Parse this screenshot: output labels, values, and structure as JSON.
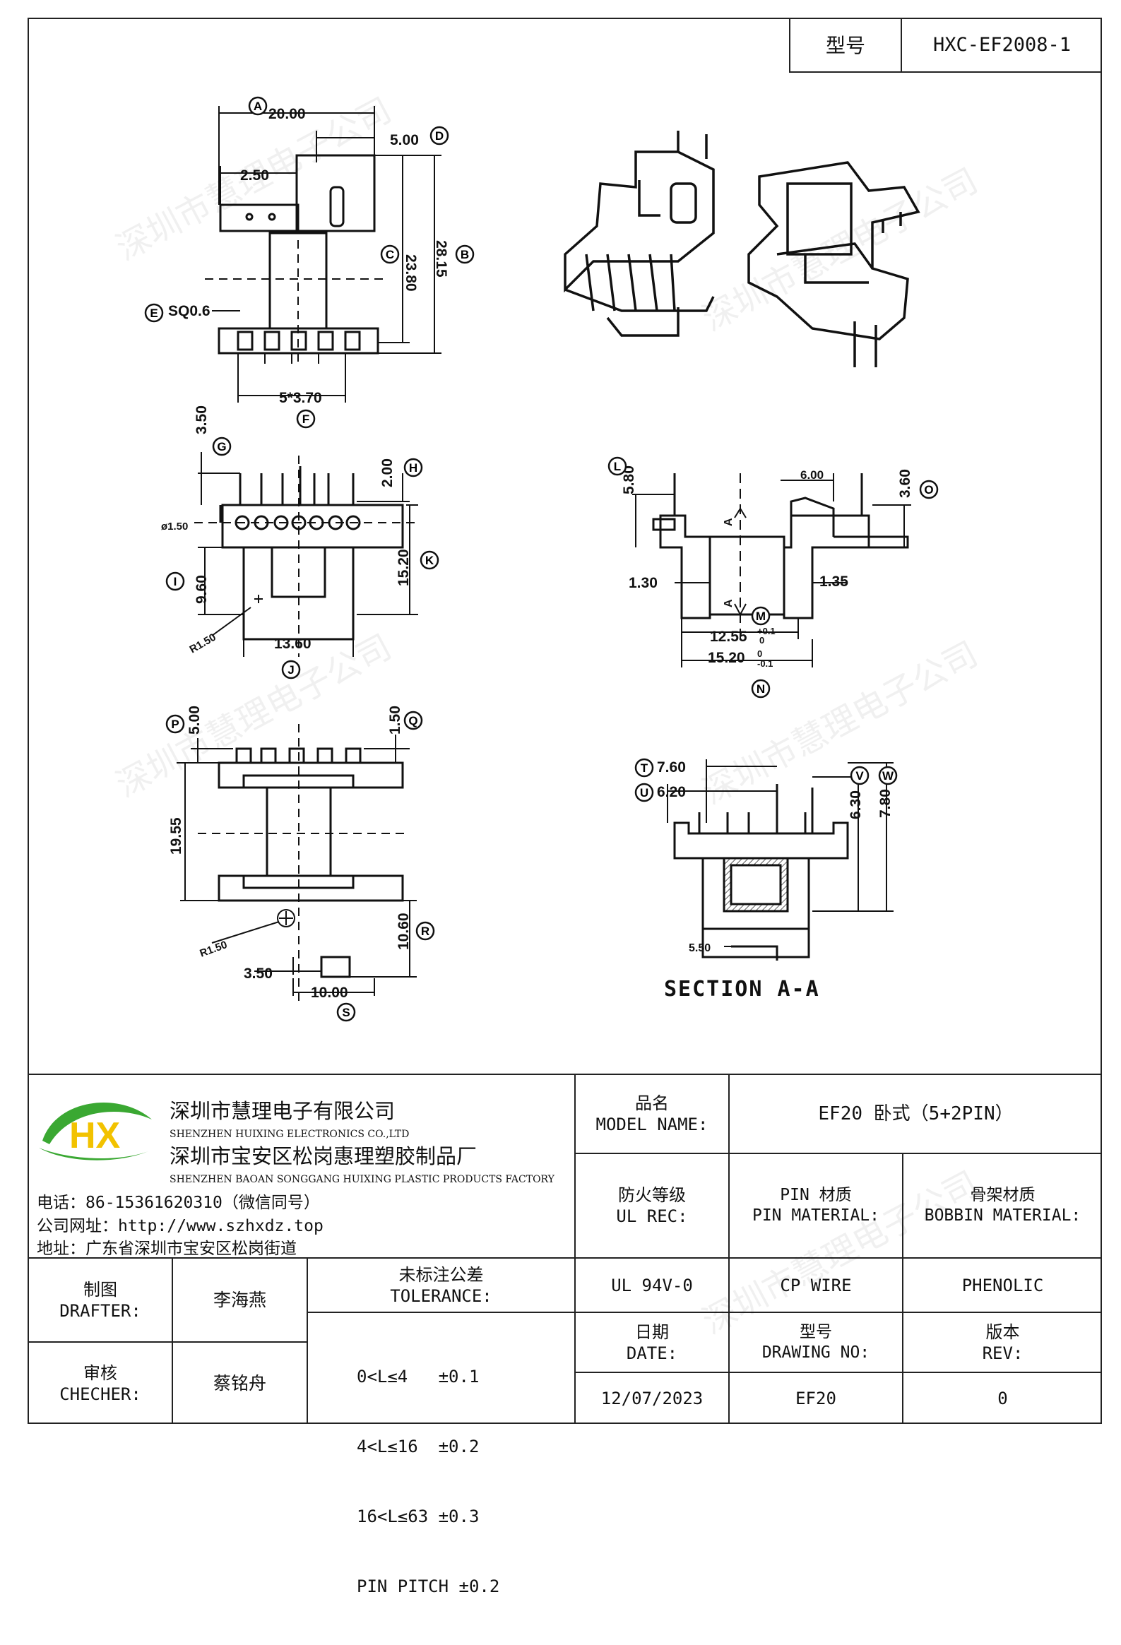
{
  "header": {
    "model_label": "型号",
    "model_value": "HXC-EF2008-1"
  },
  "watermark": "深圳市慧理电子公司",
  "drawing": {
    "front_view": {
      "dims": [
        "20.00",
        "5.00",
        "2.50",
        "23.80",
        "28.15",
        "SQ0.6",
        "5*3.70"
      ],
      "markers": [
        "A",
        "D",
        "C",
        "B",
        "E",
        "F"
      ]
    },
    "top_view": {
      "dims": [
        "3.50",
        "2.00",
        "ø1.50",
        "15.20",
        "9.60",
        "R1.50",
        "13.60"
      ],
      "markers": [
        "G",
        "H",
        "K",
        "I",
        "J"
      ]
    },
    "side_view": {
      "dims": [
        "5.80",
        "6.00",
        "3.60",
        "1.30",
        "1.35",
        "12.55",
        "+0.1",
        "0",
        "15.20",
        "0",
        "-0.1",
        "A"
      ],
      "markers": [
        "L",
        "O",
        "M",
        "N"
      ]
    },
    "bottom_view": {
      "dims": [
        "5.00",
        "1.50",
        "19.55",
        "R1.50",
        "10.60",
        "3.50",
        "10.00"
      ],
      "markers": [
        "P",
        "Q",
        "R",
        "S"
      ]
    },
    "section_view": {
      "dims": [
        "7.60",
        "6.20",
        "6.30",
        "7.80",
        "5.50"
      ],
      "markers": [
        "T",
        "U",
        "V",
        "W"
      ],
      "title": "SECTION  A-A"
    }
  },
  "title_block": {
    "company_cn": "深圳市慧理电子有限公司",
    "company_en": "SHENZHEN HUIXING ELECTRONICS CO.,LTD",
    "factory_cn": "深圳市宝安区松岗惠理塑胶制品厂",
    "factory_en": "SHENZHEN BAOAN SONGGANG HUIXING PLASTIC PRODUCTS FACTORY",
    "phone": "电话：86-15361620310（微信同号）",
    "website": "公司网址：http://www.szhxdz.top",
    "address": "地址：广东省深圳市宝安区松岗街道",
    "logo_text": "HX",
    "model_name_cn": "品名",
    "model_name_en": "MODEL NAME:",
    "model_name_value": "EF20 卧式（5+2PIN）",
    "ul_cn": "防火等级",
    "ul_en": "UL REC:",
    "pin_material_cn": "PIN 材质",
    "pin_material_en": "PIN MATERIAL:",
    "bobbin_material_cn": "骨架材质",
    "bobbin_material_en": "BOBBIN MATERIAL:",
    "ul_value": "UL 94V-0",
    "pin_value": "CP WIRE",
    "bobbin_value": "PHENOLIC",
    "drafter_cn": "制图",
    "drafter_en": "DRAFTER:",
    "drafter_name": "李海燕",
    "checker_cn": "审核",
    "checker_en": "CHECHER:",
    "checker_name": "蔡铭舟",
    "tolerance_cn": "未标注公差",
    "tolerance_en": "TOLERANCE:",
    "tolerance_lines": [
      "0<L≤4   ±0.1",
      "4<L≤16  ±0.2",
      "16<L≤63 ±0.3",
      "PIN PITCH ±0.2"
    ],
    "date_cn": "日期",
    "date_en": "DATE:",
    "drawing_no_cn": "型号",
    "drawing_no_en": "DRAWING NO:",
    "rev_cn": "版本",
    "rev_en": "REV:",
    "date_value": "12/07/2023",
    "drawing_no_value": "EF20",
    "rev_value": "0"
  },
  "colors": {
    "logo_green": "#3aa832",
    "logo_yellow": "#f2c200",
    "ink": "#111111"
  }
}
